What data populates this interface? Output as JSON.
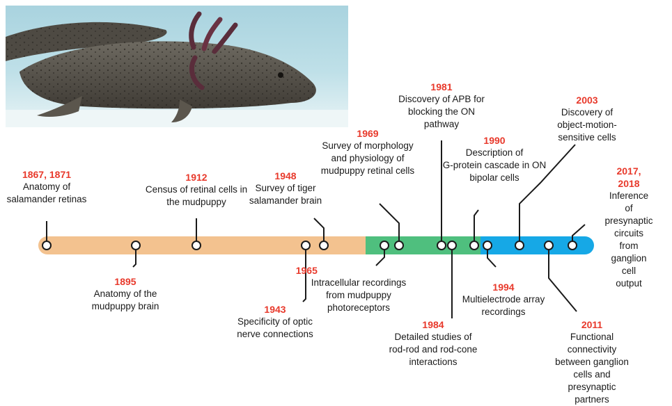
{
  "colors": {
    "early_band": "#f3c28f",
    "middle_band": "#4fbf7e",
    "late_band": "#16a8e6",
    "year_text": "#e8392b",
    "connector": "#1a1a1a"
  },
  "photo": {
    "subject": "axolotl-salamander-in-aquarium"
  },
  "events": [
    {
      "id": "1867",
      "year": "1867, 1871",
      "description": "Anatomy of\nsalamander retinas"
    },
    {
      "id": "1895",
      "year": "1895",
      "description": "Anatomy of the\nmudpuppy brain"
    },
    {
      "id": "1912",
      "year": "1912",
      "description": "Census of retinal cells in\nthe mudpuppy"
    },
    {
      "id": "1943",
      "year": "1943",
      "description": "Specificity of optic\nnerve connections"
    },
    {
      "id": "1948",
      "year": "1948",
      "description": "Survey of tiger\nsalamander brain"
    },
    {
      "id": "1965",
      "year": "1965",
      "description": "Intracellular recordings\nfrom mudpuppy\nphotoreceptors"
    },
    {
      "id": "1969",
      "year": "1969",
      "description": "Survey of morphology\nand physiology of\nmudpuppy retinal cells"
    },
    {
      "id": "1981",
      "year": "1981",
      "description": "Discovery of APB for\nblocking the ON\npathway"
    },
    {
      "id": "1984",
      "year": "1984",
      "description": "Detailed studies of\nrod-rod and rod-cone\ninteractions"
    },
    {
      "id": "1990",
      "year": "1990",
      "description": "Description of\nG-protein cascade in ON\nbipolar cells"
    },
    {
      "id": "1994",
      "year": "1994",
      "description": "Multielectrode array\nrecordings"
    },
    {
      "id": "2003",
      "year": "2003",
      "description": "Discovery of\nobject-motion-sensitive cells"
    },
    {
      "id": "2011",
      "year": "2011",
      "description": "Functional connectivity\nbetween ganglion cells and\npresynaptic partners"
    },
    {
      "id": "2017",
      "year": "2017, 2018",
      "description": "Inference of\npresynaptic circuits\nfrom ganglion cell\noutput"
    }
  ]
}
